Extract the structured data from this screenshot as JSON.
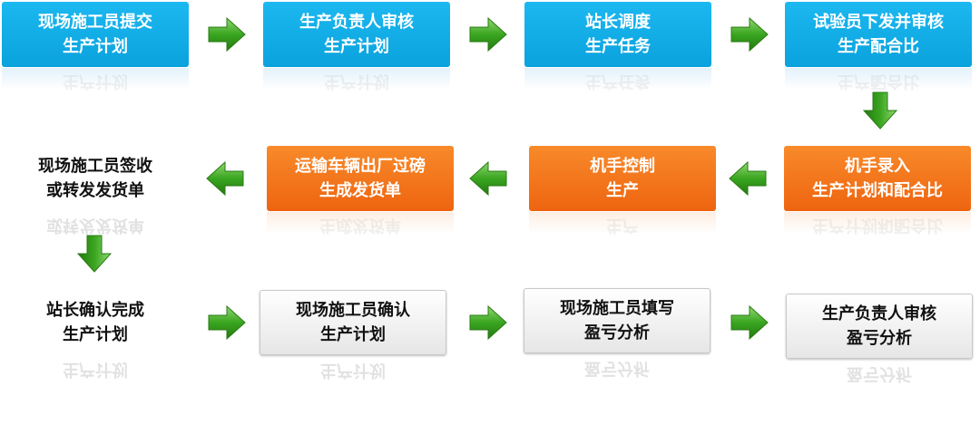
{
  "nodes": [
    {
      "l1": "现场施工员提交",
      "l2": "生产计划"
    },
    {
      "l1": "生产负责人审核",
      "l2": "生产计划"
    },
    {
      "l1": "站长调度",
      "l2": "生产任务"
    },
    {
      "l1": "试验员下发并审核",
      "l2": "生产配合比"
    },
    {
      "l1": "机手录入",
      "l2": "生产计划和配合比"
    },
    {
      "l1": "机手控制",
      "l2": "生产"
    },
    {
      "l1": "运输车辆出厂过磅",
      "l2": "生成发货单"
    },
    {
      "l1": "现场施工员签收",
      "l2": "或转发发货单"
    },
    {
      "l1": "站长确认完成",
      "l2": "生产计划"
    },
    {
      "l1": "现场施工员确认",
      "l2": "生产计划"
    },
    {
      "l1": "现场施工员填写",
      "l2": "盈亏分析"
    },
    {
      "l1": "生产负责人审核",
      "l2": "盈亏分析"
    }
  ],
  "colors": {
    "blue": "#10aee8",
    "orange": "#f07018",
    "arrow": "#3a9a1c"
  }
}
